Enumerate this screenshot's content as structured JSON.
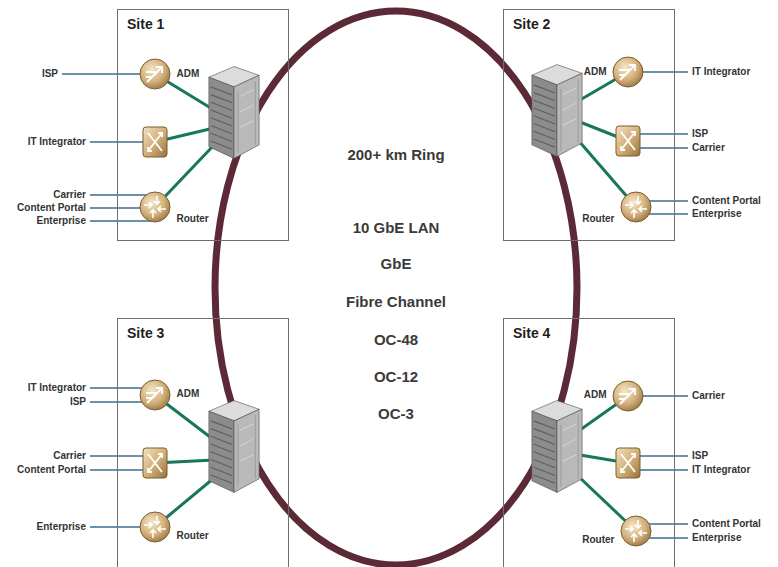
{
  "diagram": {
    "nodes": [
      {
        "text": [
          "Site 1"
        ]
      },
      {
        "text": [
          "ADM"
        ],
        "in": 0
      },
      {
        "text": [
          "Router"
        ],
        "in": 0
      },
      {
        "text": [
          "Site 2"
        ]
      },
      {
        "text": [
          "ADM"
        ],
        "in": 3
      },
      {
        "text": [
          "Router"
        ],
        "in": 3
      },
      {
        "text": [
          "Site 3"
        ]
      },
      {
        "text": [
          "ADM"
        ],
        "in": 6
      },
      {
        "text": [
          "Router"
        ],
        "in": 6
      },
      {
        "text": [
          "Site 4"
        ]
      },
      {
        "text": [
          "ADM"
        ],
        "in": 9
      },
      {
        "text": [
          "Router"
        ],
        "in": 9
      }
    ],
    "labels": [
      "ISP",
      "IT Integrator",
      "Carrier",
      "Content Portal",
      "Enterprise",
      "IT Integrator",
      "ISP",
      "Carrier",
      "Content Portal",
      "Enterprise",
      "200+ km Ring",
      "10 GbE LAN",
      "GbE",
      "Fibre Channel",
      "OC-48",
      "OC-12",
      "OC-3",
      "IT Integrator",
      "ISP",
      "Carrier",
      "Content Portal",
      "Enterprise",
      "Carrier",
      "ISP",
      "IT Integrator",
      "Content Portal",
      "Enterprise"
    ]
  }
}
